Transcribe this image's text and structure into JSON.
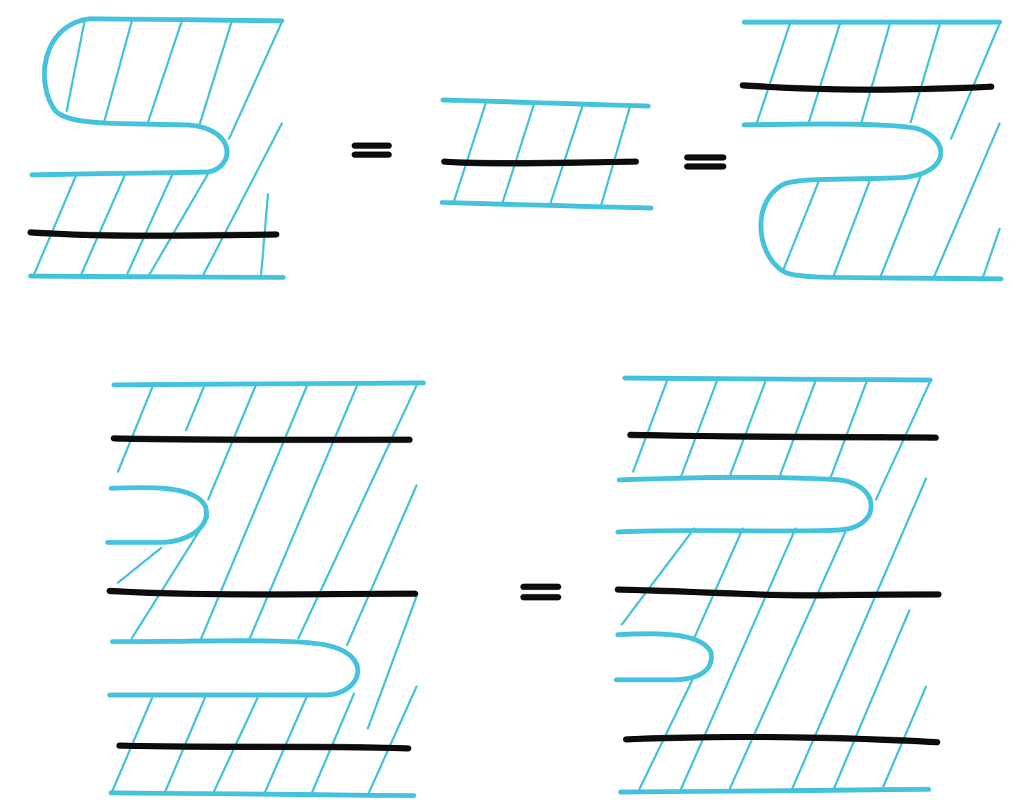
{
  "colors": {
    "sheet": "#45c3dc",
    "line": "#0d0d0d",
    "background": "#ffffff"
  },
  "figure": {
    "top_row": [
      "diagram-1",
      "equals",
      "diagram-2",
      "equals",
      "diagram-3"
    ],
    "bottom_row": [
      "diagram-4",
      "equals",
      "diagram-5"
    ]
  }
}
